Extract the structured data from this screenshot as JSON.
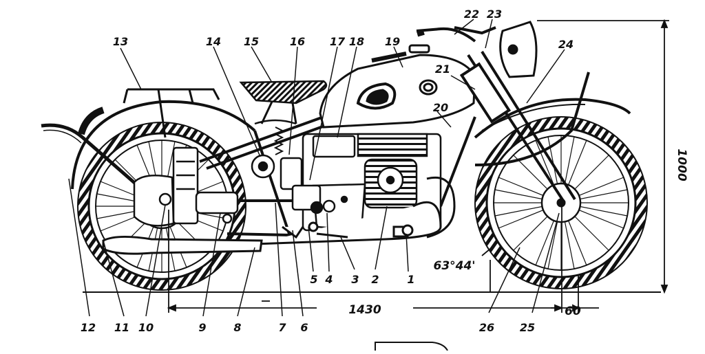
{
  "callouts": {
    "c1": "1",
    "c2": "2",
    "c3": "3",
    "c4": "4",
    "c5": "5",
    "c6": "6",
    "c7": "7",
    "c8": "8",
    "c9": "9",
    "c10": "10",
    "c11": "11",
    "c12": "12",
    "c13": "13",
    "c14": "14",
    "c15": "15",
    "c16": "16",
    "c17": "17",
    "c18": "18",
    "c19": "19",
    "c20": "20",
    "c21": "21",
    "c22": "22",
    "c23": "23",
    "c24": "24",
    "c25": "25",
    "c26": "26"
  },
  "dimensions": {
    "height": "1000",
    "wheelbase": "1430",
    "trail": "60",
    "rake_angle": "63°44'"
  },
  "colors": {
    "ink": "#111111",
    "paper": "#ffffff"
  }
}
